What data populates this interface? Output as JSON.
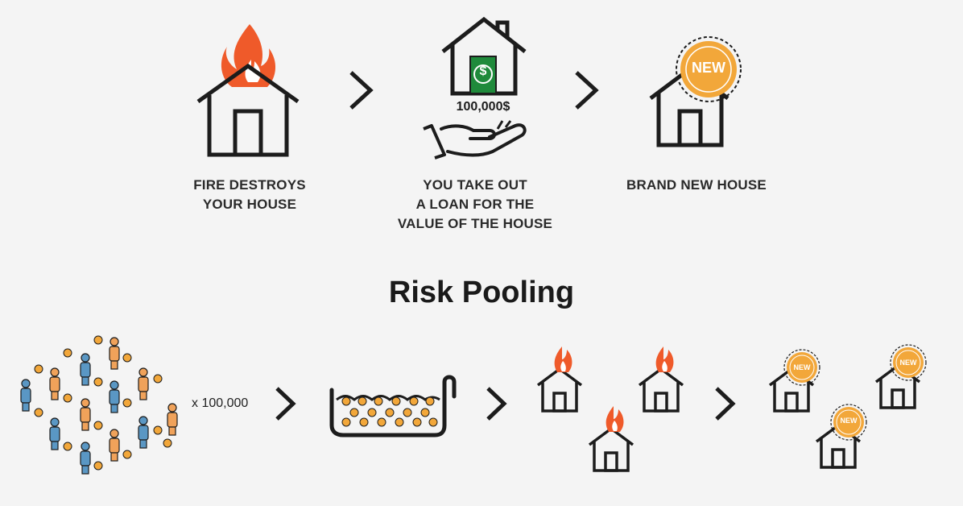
{
  "steps": [
    {
      "label": "FIRE DESTROYS\nYOUR HOUSE"
    },
    {
      "label": "YOU TAKE OUT\nA LOAN FOR THE\nVALUE OF THE HOUSE",
      "amount": "100,000$",
      "bill_symbol": "$"
    },
    {
      "label": "BRAND NEW HOUSE",
      "badge": "NEW"
    }
  ],
  "section_title": "Risk Pooling",
  "pool": {
    "multiplier": "x 100,000",
    "badge": "NEW"
  },
  "colors": {
    "flame": "#ef5a2a",
    "money": "#1f8a3b",
    "coin": "#f2a73a",
    "person_blue": "#5a97c4",
    "person_orange": "#f0a25a",
    "ink": "#1c1c1c"
  }
}
